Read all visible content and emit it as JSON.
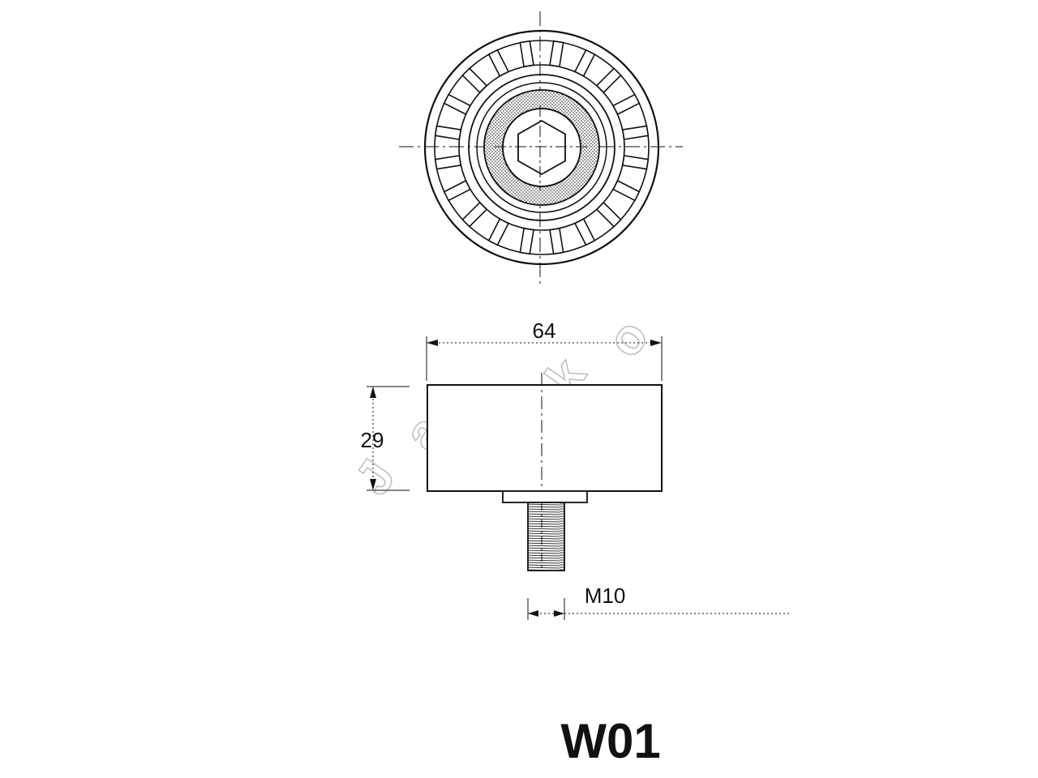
{
  "dimensions": {
    "width": "64",
    "height": "29",
    "thread": "M10"
  },
  "part_number": "W01",
  "watermark_brand": "Japko",
  "colors": {
    "line": "#111111",
    "hatch": "#555555",
    "watermark": "#bdbdbd",
    "background": "#ffffff"
  }
}
